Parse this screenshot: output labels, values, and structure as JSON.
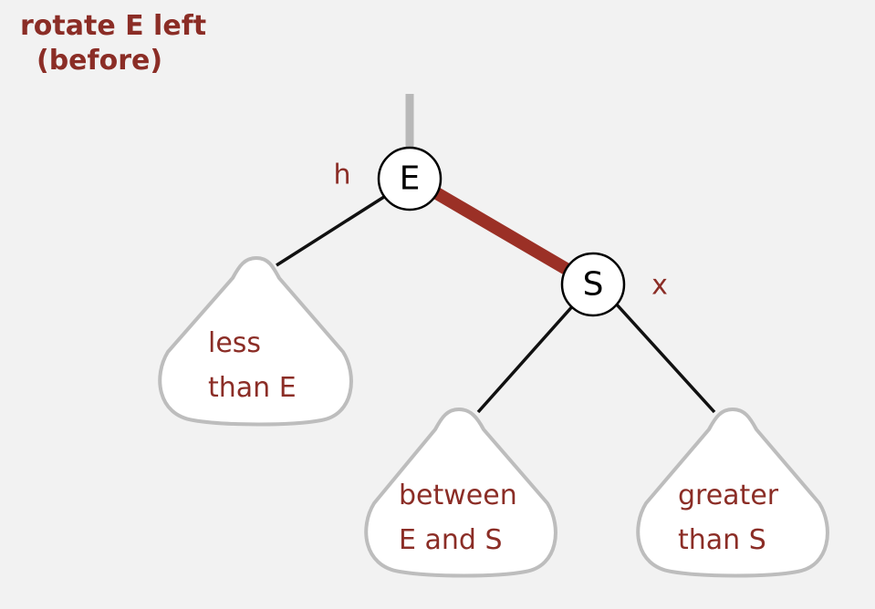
{
  "title": {
    "line1": "rotate E left",
    "line2": "(before)"
  },
  "colors": {
    "text": "#8b2d26",
    "red_link": "#9b3026",
    "black_link": "#111111",
    "root_link": "#b8b8b8",
    "subtree_stroke": "#bdbdbd",
    "subtree_fill": "#ffffff",
    "node_fill": "#ffffff",
    "node_stroke": "#000000"
  },
  "nodes": {
    "e": {
      "key": "E",
      "tag": "h"
    },
    "s": {
      "key": "S",
      "tag": "x"
    }
  },
  "subtrees": {
    "left": {
      "line1": "less",
      "line2": "than E"
    },
    "middle": {
      "line1": "between",
      "line2": "E and S"
    },
    "right": {
      "line1": "greater",
      "line2": "than S"
    }
  }
}
